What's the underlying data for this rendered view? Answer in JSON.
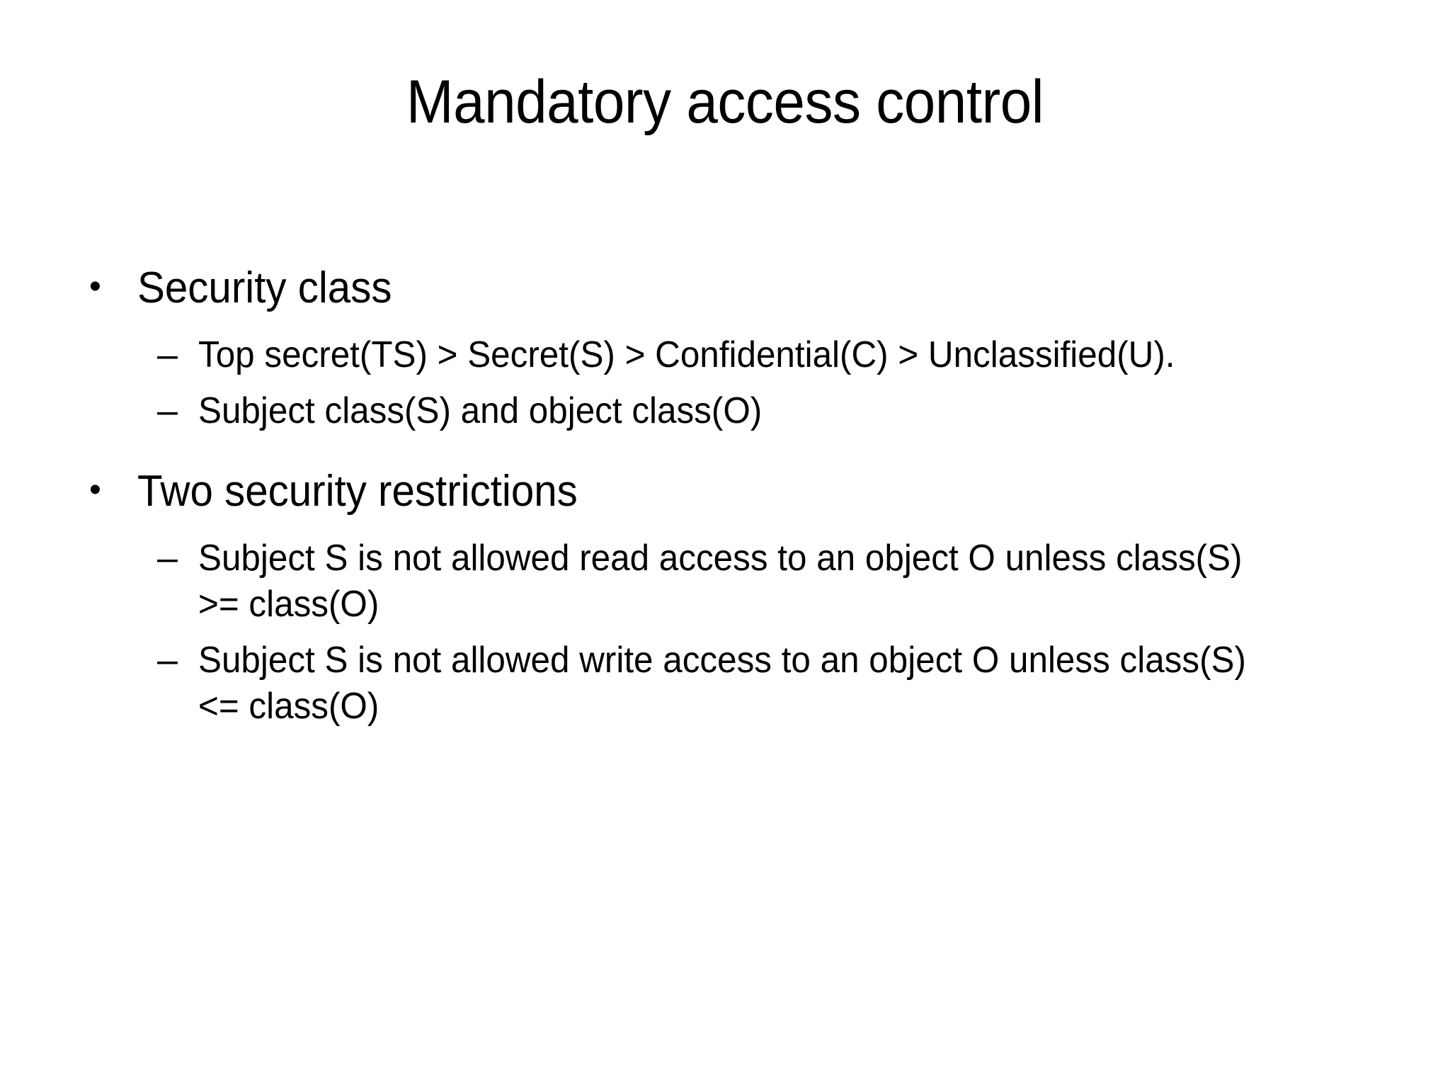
{
  "slide": {
    "background_color": "#ffffff",
    "text_color": "#000000",
    "title": "Mandatory access control",
    "bullet_glyph_level1": "•",
    "bullet_glyph_level2": "–",
    "outline": [
      {
        "level": 1,
        "marker": "•",
        "text": "Security class"
      },
      {
        "level": 2,
        "marker": "–",
        "text": "Top secret(TS) > Secret(S) > Confidential(C) > Unclassified(U)."
      },
      {
        "level": 2,
        "marker": "–",
        "text": "Subject class(S) and object class(O)"
      },
      {
        "level": 1,
        "marker": "•",
        "text": "Two security restrictions"
      },
      {
        "level": 2,
        "marker": "–",
        "text": "Subject S is not allowed read access to an object O unless class(S) >= class(O)"
      },
      {
        "level": 2,
        "marker": "–",
        "text": "Subject S is not allowed write access to an object O unless class(S) <= class(O)"
      }
    ]
  }
}
